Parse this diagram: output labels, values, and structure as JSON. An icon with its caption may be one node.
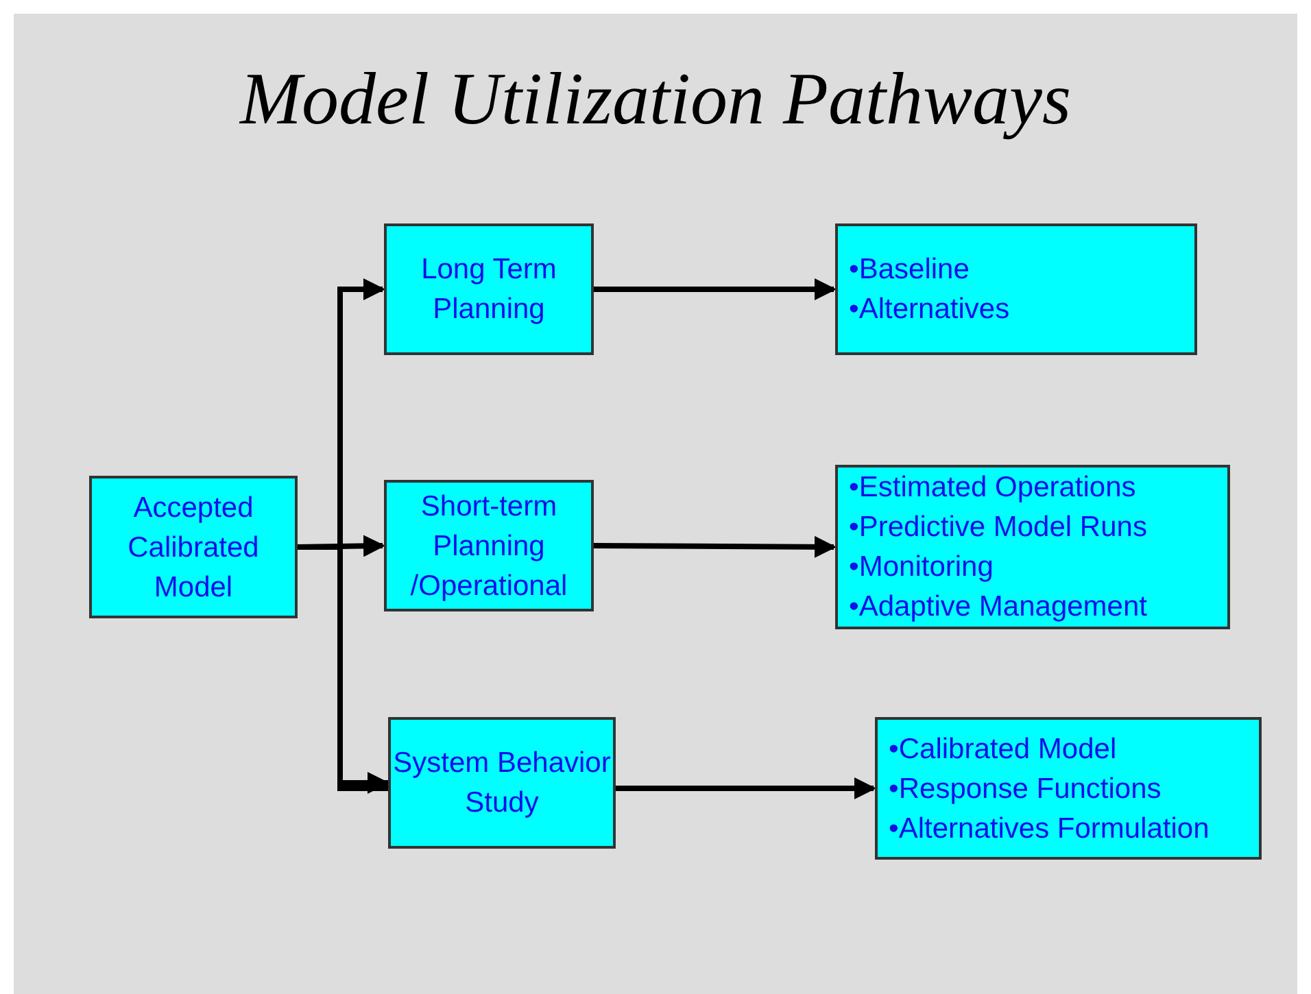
{
  "diagram": {
    "title": "Model Utilization Pathways",
    "nodes": [
      {
        "text": [
          "Accepted Calibrated Model"
        ]
      },
      {
        "text": [
          "Long Term Planning"
        ]
      },
      {
        "text": [
          "Short-term Planning /Operational"
        ]
      },
      {
        "text": [
          "System Behavior Study"
        ]
      },
      {
        "text": [
          "•Baseline",
          "•Alternatives"
        ]
      },
      {
        "text": [
          "•Estimated Operations",
          "•Predictive Model Runs",
          "•Monitoring",
          "•Adaptive Management"
        ]
      },
      {
        "text": [
          "•Calibrated Model",
          "•Response Functions",
          "•Alternatives Formulation"
        ]
      }
    ],
    "edges": [
      {
        "from": 0,
        "to": 1,
        "arrow": "to"
      },
      {
        "from": 0,
        "to": 2,
        "arrow": "to"
      },
      {
        "from": 0,
        "to": 3,
        "arrow": "to"
      },
      {
        "from": 1,
        "to": 4,
        "arrow": "to"
      },
      {
        "from": 2,
        "to": 5,
        "arrow": "to"
      },
      {
        "from": 3,
        "to": 6,
        "arrow": "to"
      }
    ]
  }
}
